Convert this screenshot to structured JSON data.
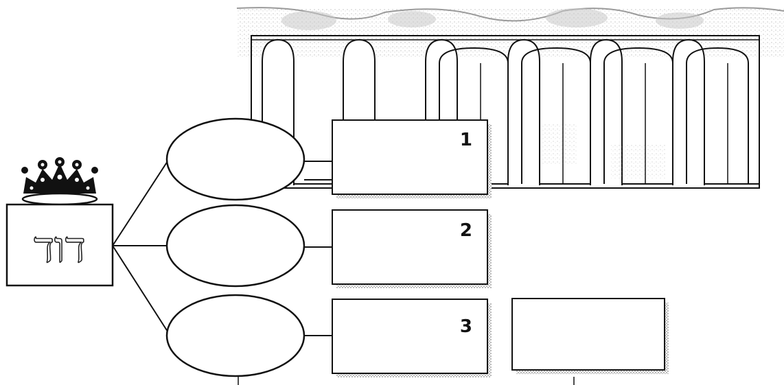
{
  "king_box": {
    "text": "דוד"
  },
  "numbered_boxes": [
    {
      "number": "1"
    },
    {
      "number": "2"
    },
    {
      "number": "3"
    }
  ],
  "icons": {
    "crown": "crown-icon",
    "arcade": "arches-icon"
  }
}
